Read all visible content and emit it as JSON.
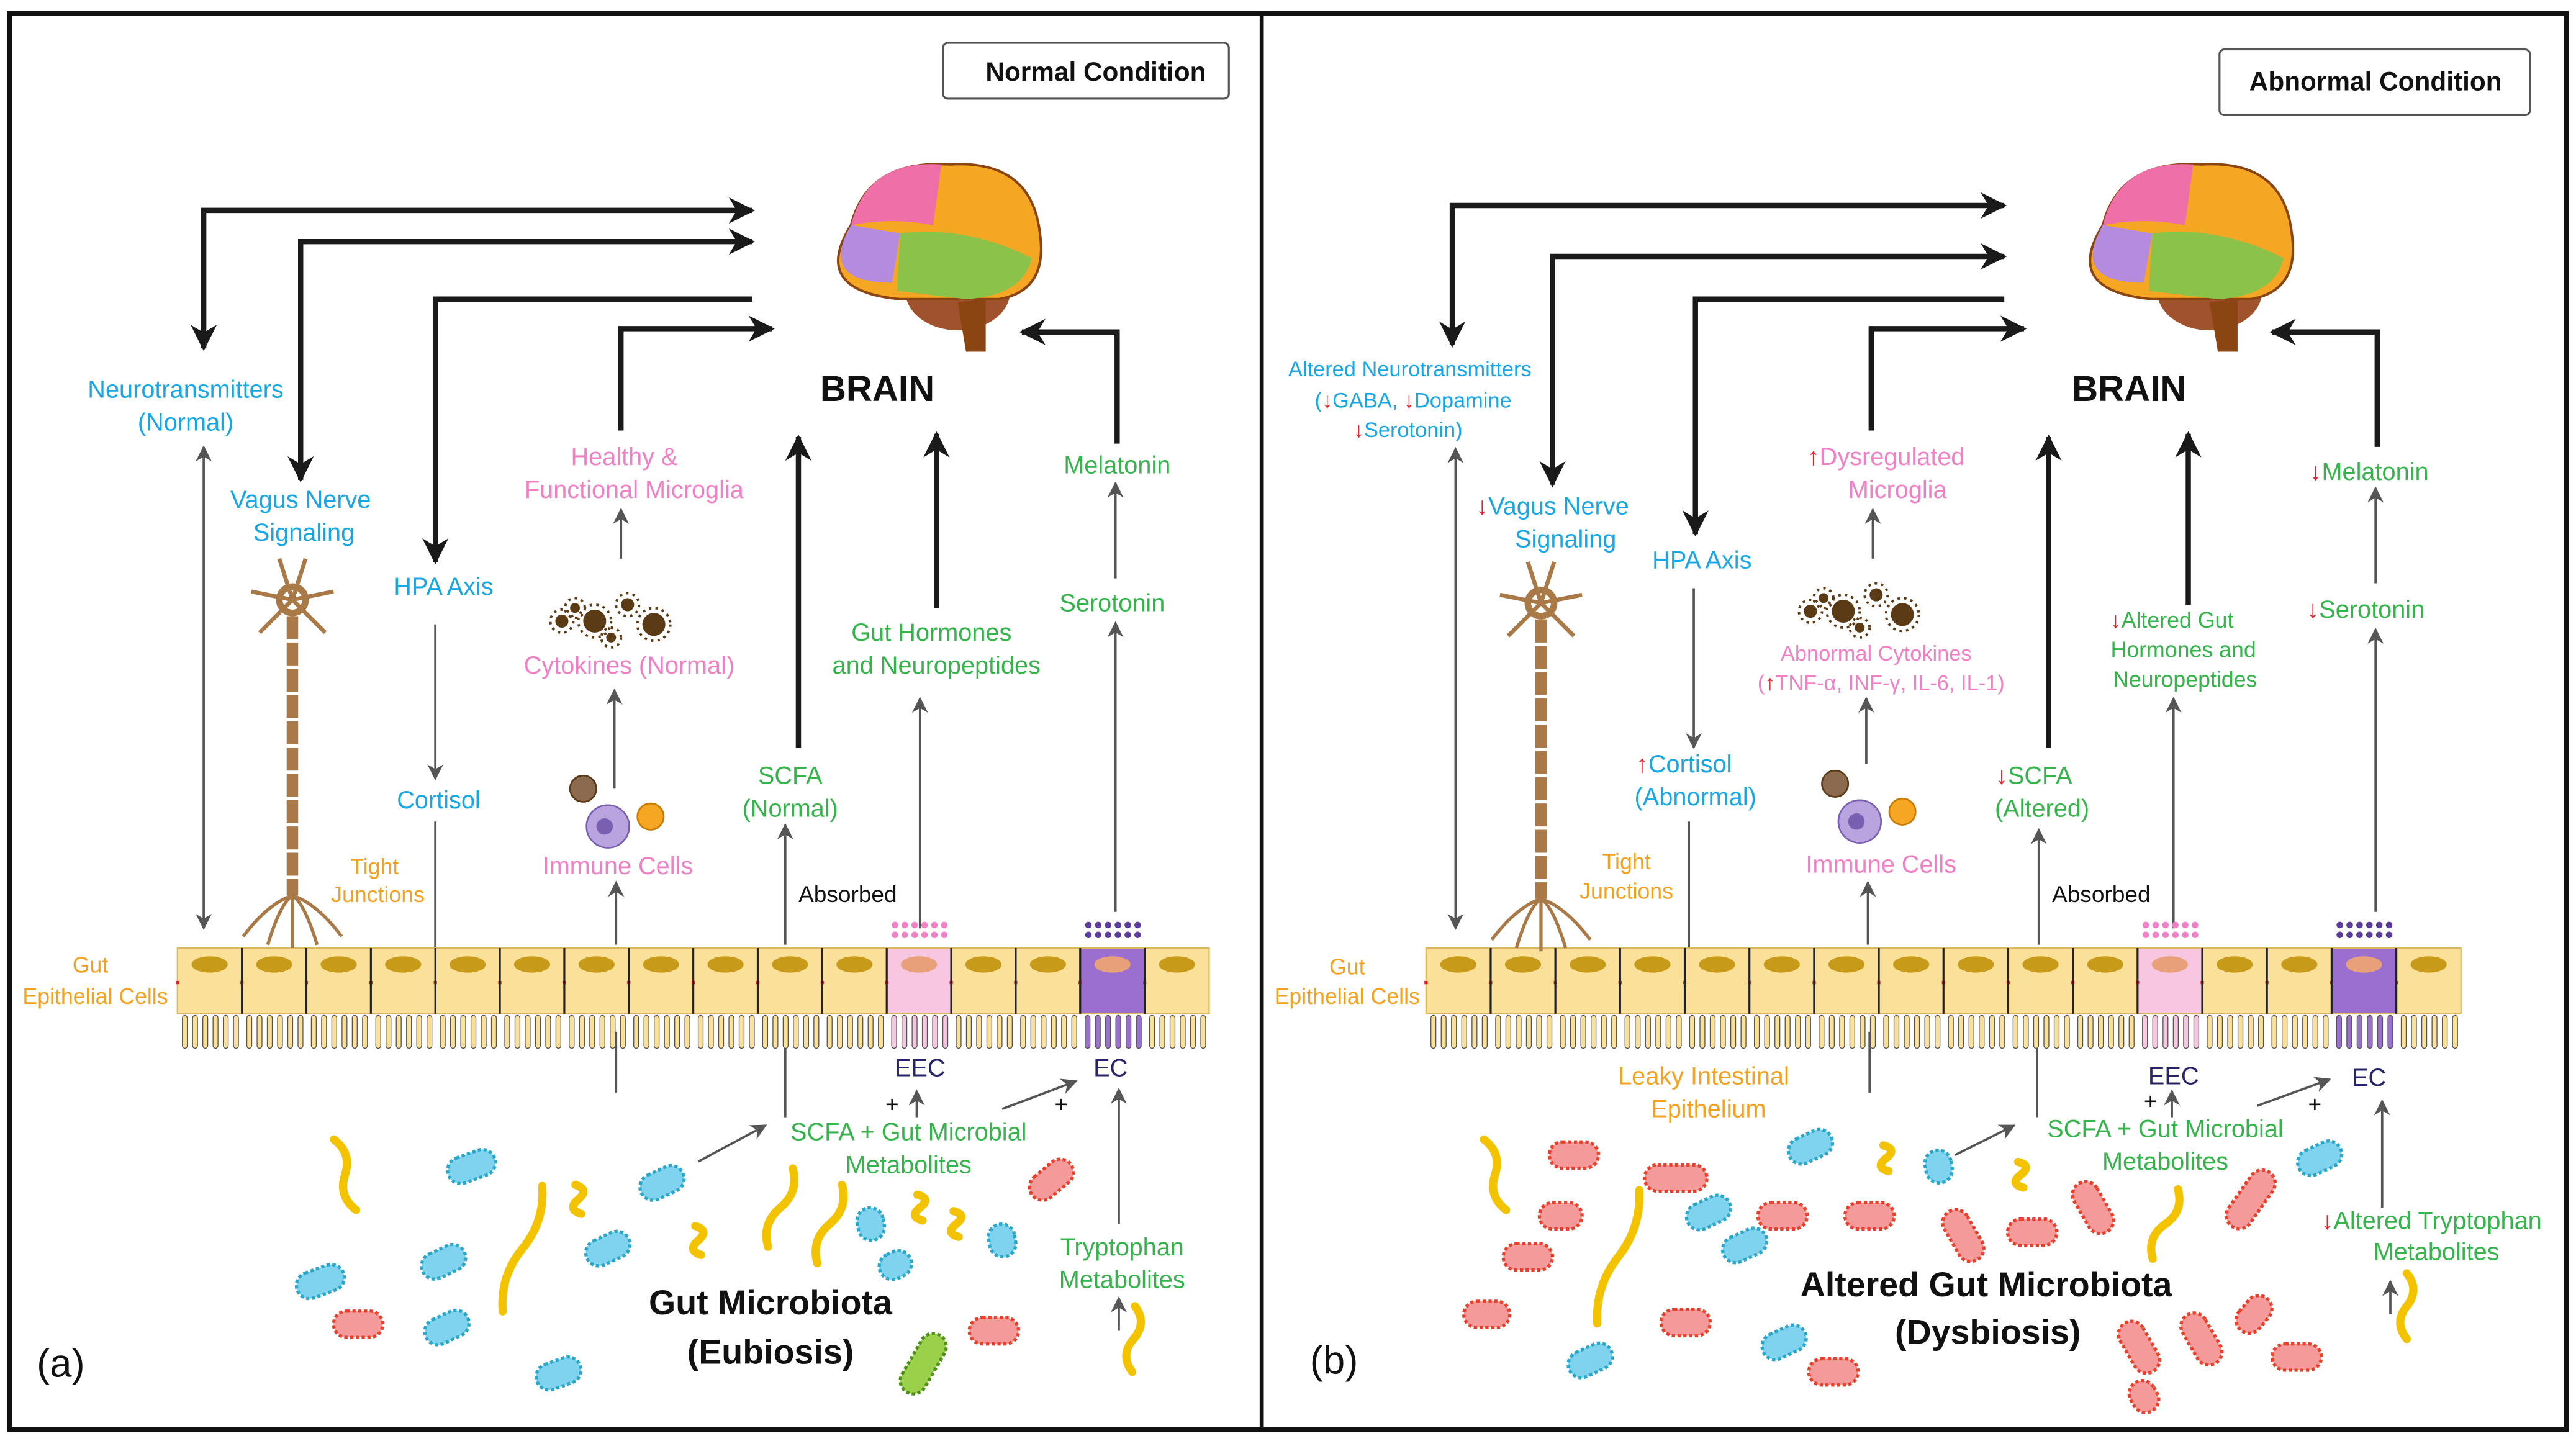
{
  "panel_a": {
    "label": "(a)",
    "condition": "Normal Condition",
    "brain": "BRAIN",
    "neurotransmitters": [
      "Neurotransmitters",
      "(Normal)"
    ],
    "vagus": [
      "Vagus Nerve",
      "Signaling"
    ],
    "hpa": "HPA Axis",
    "cortisol": "Cortisol",
    "microglia": [
      "Healthy &",
      "Functional Microglia"
    ],
    "cytokines": "Cytokines (Normal)",
    "immune": "Immune Cells",
    "scfa": [
      "SCFA",
      "(Normal)"
    ],
    "hormones": [
      "Gut Hormones",
      "and Neuropeptides"
    ],
    "melatonin": "Melatonin",
    "serotonin": "Serotonin",
    "tight_junctions": [
      "Tight",
      "Junctions"
    ],
    "gut_cells": [
      "Gut",
      "Epithelial Cells"
    ],
    "absorbed": "Absorbed",
    "eec": "EEC",
    "ec": "EC",
    "plus": "+",
    "metabolites": [
      "SCFA + Gut Microbial",
      "Metabolites"
    ],
    "tryptophan": [
      "Tryptophan",
      "Metabolites"
    ],
    "microbiota": [
      "Gut Microbiota",
      "(Eubiosis)"
    ]
  },
  "panel_b": {
    "label": "(b)",
    "condition": "Abnormal Condition",
    "brain": "BRAIN",
    "neurotransmitters": [
      "Altered Neurotransmitters",
      "(",
      "GABA, ",
      "Dopamine",
      "Serotonin)"
    ],
    "vagus": [
      "Vagus Nerve",
      "Signaling"
    ],
    "hpa": "HPA Axis",
    "cortisol": [
      "Cortisol",
      "(Abnormal)"
    ],
    "microglia": [
      "Dysregulated",
      "Microglia"
    ],
    "cytokines": [
      "Abnormal Cytokines",
      "(",
      "TNF-α, INF-γ, IL-6, IL-1)"
    ],
    "immune": "Immune Cells",
    "scfa": [
      "SCFA",
      "(Altered)"
    ],
    "hormones": [
      "Altered Gut",
      "Hormones and",
      "Neuropeptides"
    ],
    "melatonin": "Melatonin",
    "serotonin": "Serotonin",
    "tight_junctions": [
      "Tight",
      "Junctions"
    ],
    "gut_cells": [
      "Gut",
      "Epithelial Cells"
    ],
    "leaky": [
      "Leaky Intestinal",
      "Epithelium"
    ],
    "absorbed": "Absorbed",
    "eec": "EEC",
    "ec": "EC",
    "plus": "+",
    "metabolites": [
      "SCFA + Gut Microbial",
      "Metabolites"
    ],
    "tryptophan": [
      "Altered Tryptophan",
      "Metabolites"
    ],
    "microbiota": [
      "Altered Gut Microbiota",
      "(Dysbiosis)"
    ]
  },
  "icons": {
    "decrease": "red-down-arrow-icon",
    "increase": "red-up-arrow-icon",
    "brain": "brain-icon",
    "neuron": "vagus-neuron-icon",
    "cytokine": "cytokine-icon",
    "immune": "immune-cells-icon",
    "bacteria": "bacteria-icon"
  },
  "colors": {
    "neural_blue": "#17a6e6",
    "immune_pink": "#f07fc4",
    "metabolic_green": "#34b44a",
    "barrier_orange": "#f5a01e",
    "change_red": "#e8202a",
    "epithelium": "#fbe09a",
    "eec_cell": "#f7c6e0",
    "ec_cell": "#9b6fcf"
  }
}
